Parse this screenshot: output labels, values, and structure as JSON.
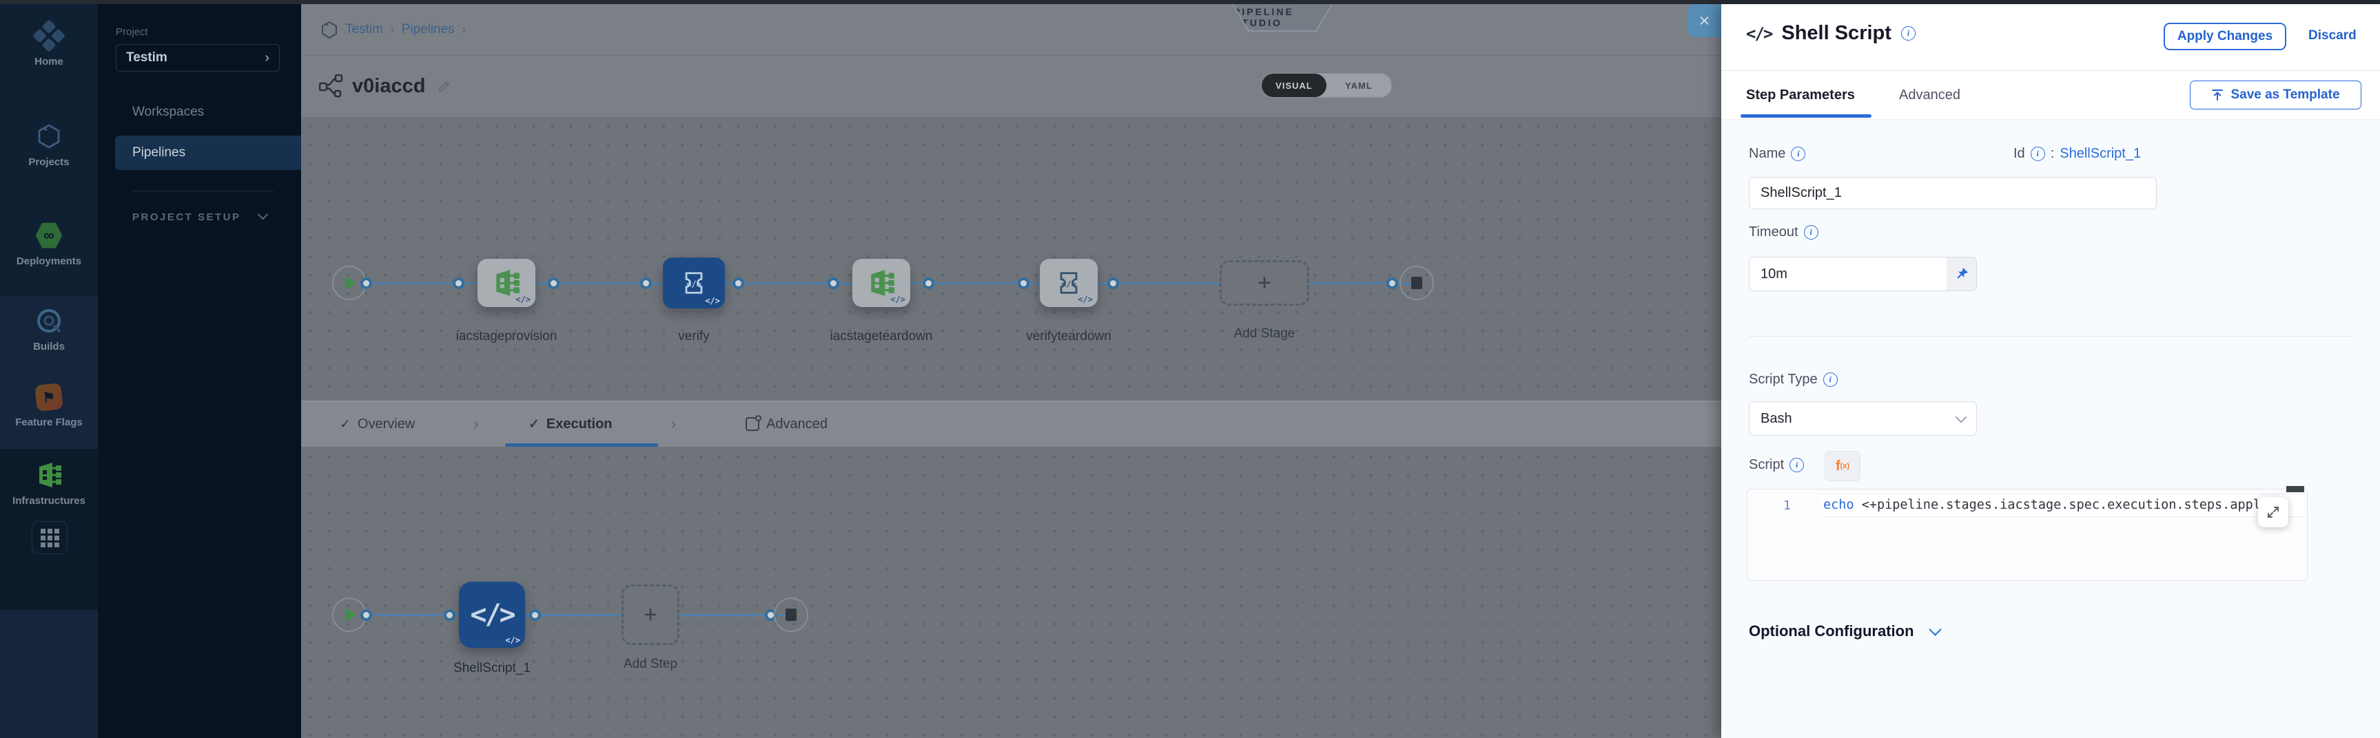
{
  "icons": {
    "plus": "+",
    "check": "✓",
    "chevron_right": "›",
    "close": "×",
    "infinity": "∞",
    "code_glyph": "</>",
    "info_i": "i",
    "fx_f": "f",
    "fx_sub": "(x)"
  },
  "colors": {
    "accent_blue": "#2b6bd9",
    "selected_node_blue": "#1c4a86",
    "success_green": "#3f8f4a",
    "orange_fx": "#ff7b26",
    "rail_bg": "#0c1a2a"
  },
  "sidebar": {
    "items": [
      {
        "label": "Home"
      },
      {
        "label": "Projects"
      },
      {
        "label": "Deployments"
      },
      {
        "label": "Builds"
      },
      {
        "label": "Feature Flags"
      },
      {
        "label": "Infrastructures"
      }
    ]
  },
  "subnav": {
    "project_label": "Project",
    "project_name": "Testim",
    "workspaces": "Workspaces",
    "pipelines": "Pipelines",
    "section_label": "PROJECT SETUP"
  },
  "header": {
    "breadcrumb": [
      {
        "label": "Testim"
      },
      {
        "label": "Pipelines"
      }
    ],
    "page_title": "v0iaccd",
    "studio_badge": "PIPELINE STUDIO",
    "view_toggle": {
      "visual": "VISUAL",
      "yaml": "YAML"
    }
  },
  "canvas": {
    "stages": [
      {
        "label": "iacstageprovision"
      },
      {
        "label": "verify"
      },
      {
        "label": "iacstageteardown"
      },
      {
        "label": "verifyteardown"
      }
    ],
    "add_stage": "Add Stage",
    "tabs": {
      "overview": "Overview",
      "execution": "Execution",
      "advanced": "Advanced"
    },
    "execution": {
      "step_label": "ShellScript_1",
      "add_step": "Add Step"
    }
  },
  "drawer": {
    "title": "Shell Script",
    "apply_label": "Apply Changes",
    "discard_label": "Discard",
    "tabs": {
      "step_parameters": "Step Parameters",
      "advanced": "Advanced"
    },
    "save_as_template": "Save as Template",
    "fields": {
      "name_label": "Name",
      "id_label": "Id",
      "id_sep": ":",
      "id_value": "ShellScript_1",
      "name_value": "ShellScript_1",
      "timeout_label": "Timeout",
      "timeout_value": "10m",
      "script_type_label": "Script Type",
      "script_type_value": "Bash",
      "script_label": "Script"
    },
    "editor": {
      "line_number": "1",
      "keyword": "echo",
      "code_rest": " <+pipeline.stages.iacstage.spec.execution.steps.appl"
    },
    "optional_configuration": "Optional Configuration"
  }
}
